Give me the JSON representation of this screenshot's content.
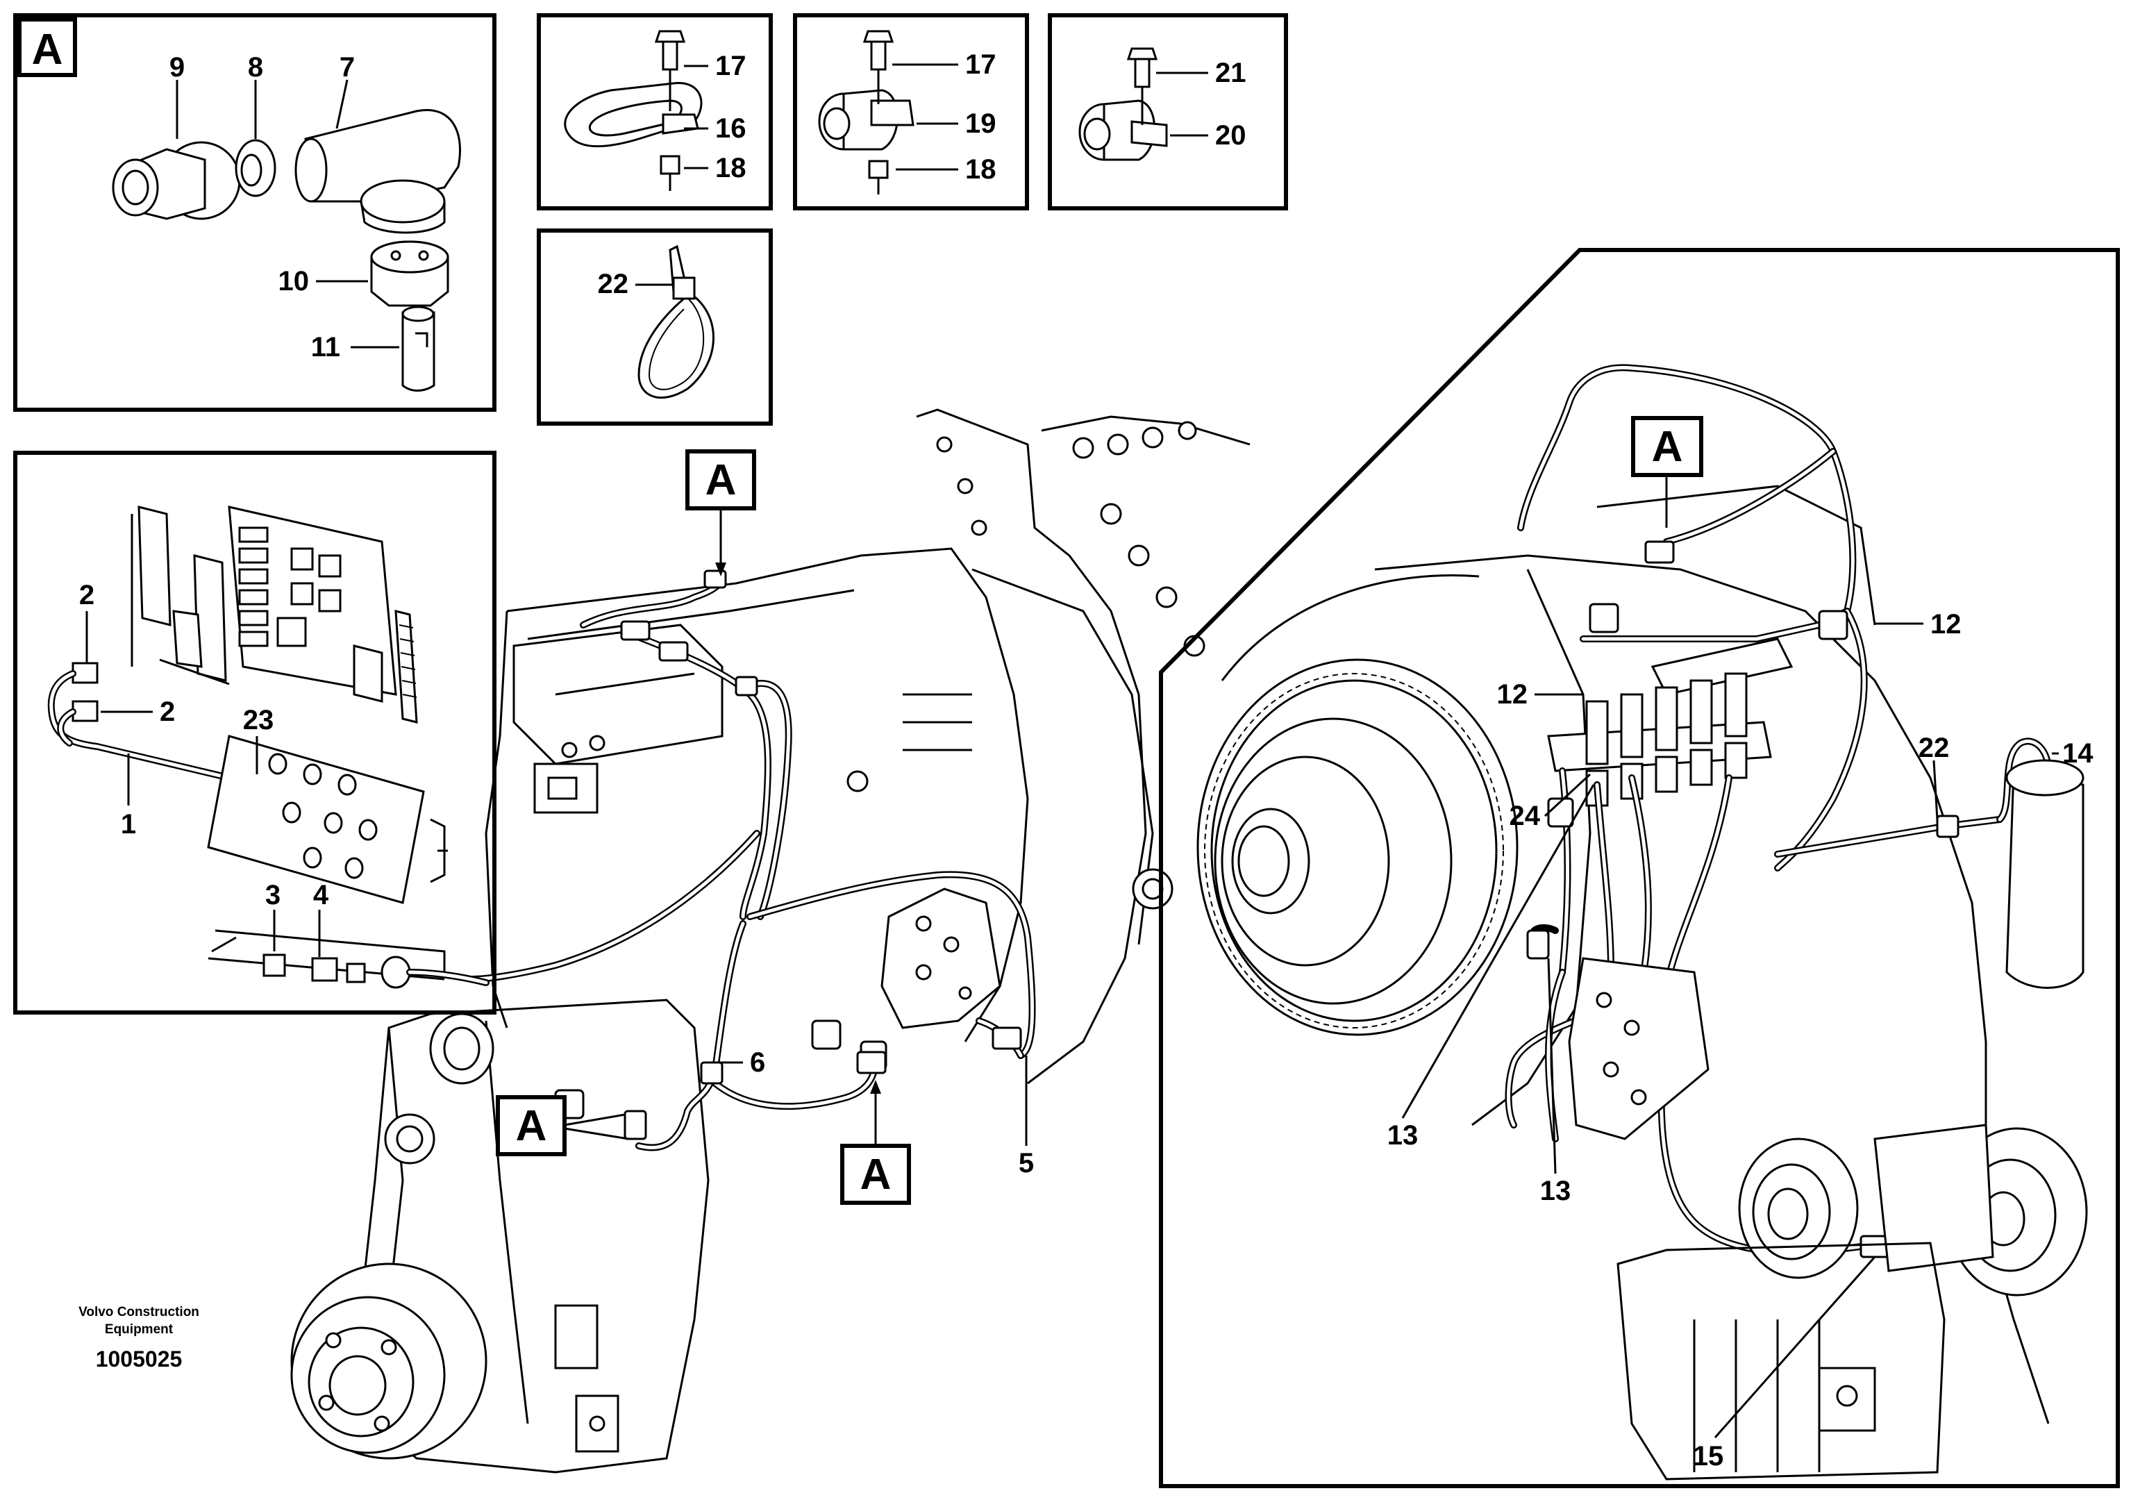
{
  "labels": {
    "p1": "1",
    "p2a": "2",
    "p2b": "2",
    "p3": "3",
    "p4": "4",
    "p5": "5",
    "p6": "6",
    "p7": "7",
    "p8": "8",
    "p9": "9",
    "p10": "10",
    "p11": "11",
    "p12a": "12",
    "p12b": "12",
    "p13a": "13",
    "p13b": "13",
    "p14": "14",
    "p15": "15",
    "p16": "16",
    "p17a": "17",
    "p17b": "17",
    "p18a": "18",
    "p18b": "18",
    "p19": "19",
    "p20": "20",
    "p21": "21",
    "p22a": "22",
    "p22b": "22",
    "p23": "23",
    "p24": "24"
  },
  "callouts": {
    "a_inset": "A",
    "a_top": "A",
    "a_left": "A",
    "a_bottom": "A",
    "a_right": "A"
  },
  "credit": {
    "line1": "Volvo Construction",
    "line2": "Equipment",
    "doc_number": "1005025"
  }
}
